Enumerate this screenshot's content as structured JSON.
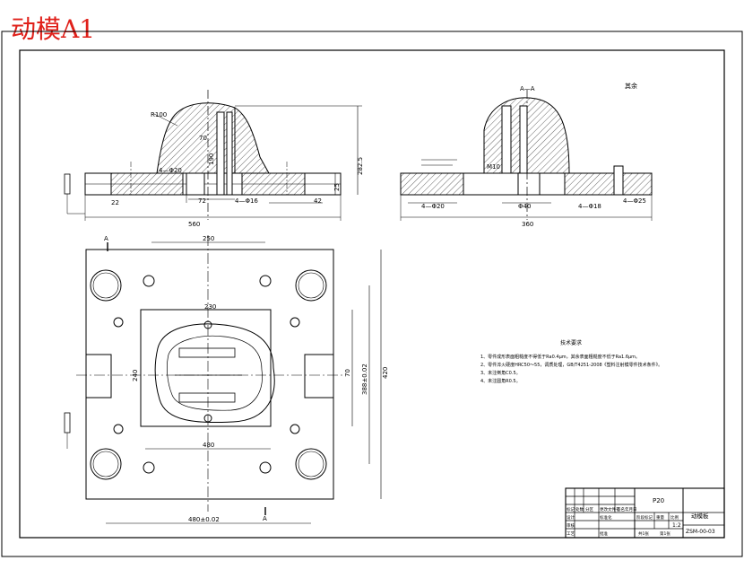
{
  "header": {
    "title": "动模A1"
  },
  "section_view": {
    "label": "A—A"
  },
  "roughness_note": "其余",
  "tech_req": {
    "title": "技术要求",
    "items": [
      "1、零件成形表面粗糙度不得低于Ra0.4μm，其余表面粗糙度不低于Ra1.6μm。",
      "2、零件淬火硬度HRC50～55，调质处理，GB/T4251-2008《塑料注射模零件技术条件》。",
      "3、未注倒角C0.5。",
      "4、未注圆角R0.5。"
    ]
  },
  "title_block": {
    "part_code": "P20",
    "part_name": "动模板",
    "scale": "1:2",
    "drawing_no": "ZSM-00-03",
    "labels": [
      "标记",
      "处数",
      "分区",
      "更改文件号",
      "签名",
      "年月日",
      "设计",
      "标准化",
      "阶段标记",
      "重量",
      "比例",
      "审核",
      "工艺",
      "批准",
      "共1张",
      "第1张"
    ]
  },
  "dims": {
    "d560": "560",
    "d360": "360",
    "d250": "250",
    "d230": "230",
    "d480": "480",
    "d420": "420",
    "d480tol": "480±0.02",
    "d388tol": "388±0.02",
    "d240": "240",
    "d70": "70",
    "d190": "190",
    "d72": "72",
    "d42": "42",
    "d4phi16": "4—Φ16",
    "d4phi20": "4—Φ20",
    "d4phi25": "4—Φ25",
    "d4phi18": "4—Φ18",
    "dphi40": "Φ40",
    "dm10": "M10",
    "dr100": "R100",
    "d282": "282.5",
    "d25": "25",
    "d22": "22"
  },
  "markers": {
    "section_a": "A"
  },
  "colors": {
    "title_red": "#e0201a",
    "ink": "#000000"
  }
}
